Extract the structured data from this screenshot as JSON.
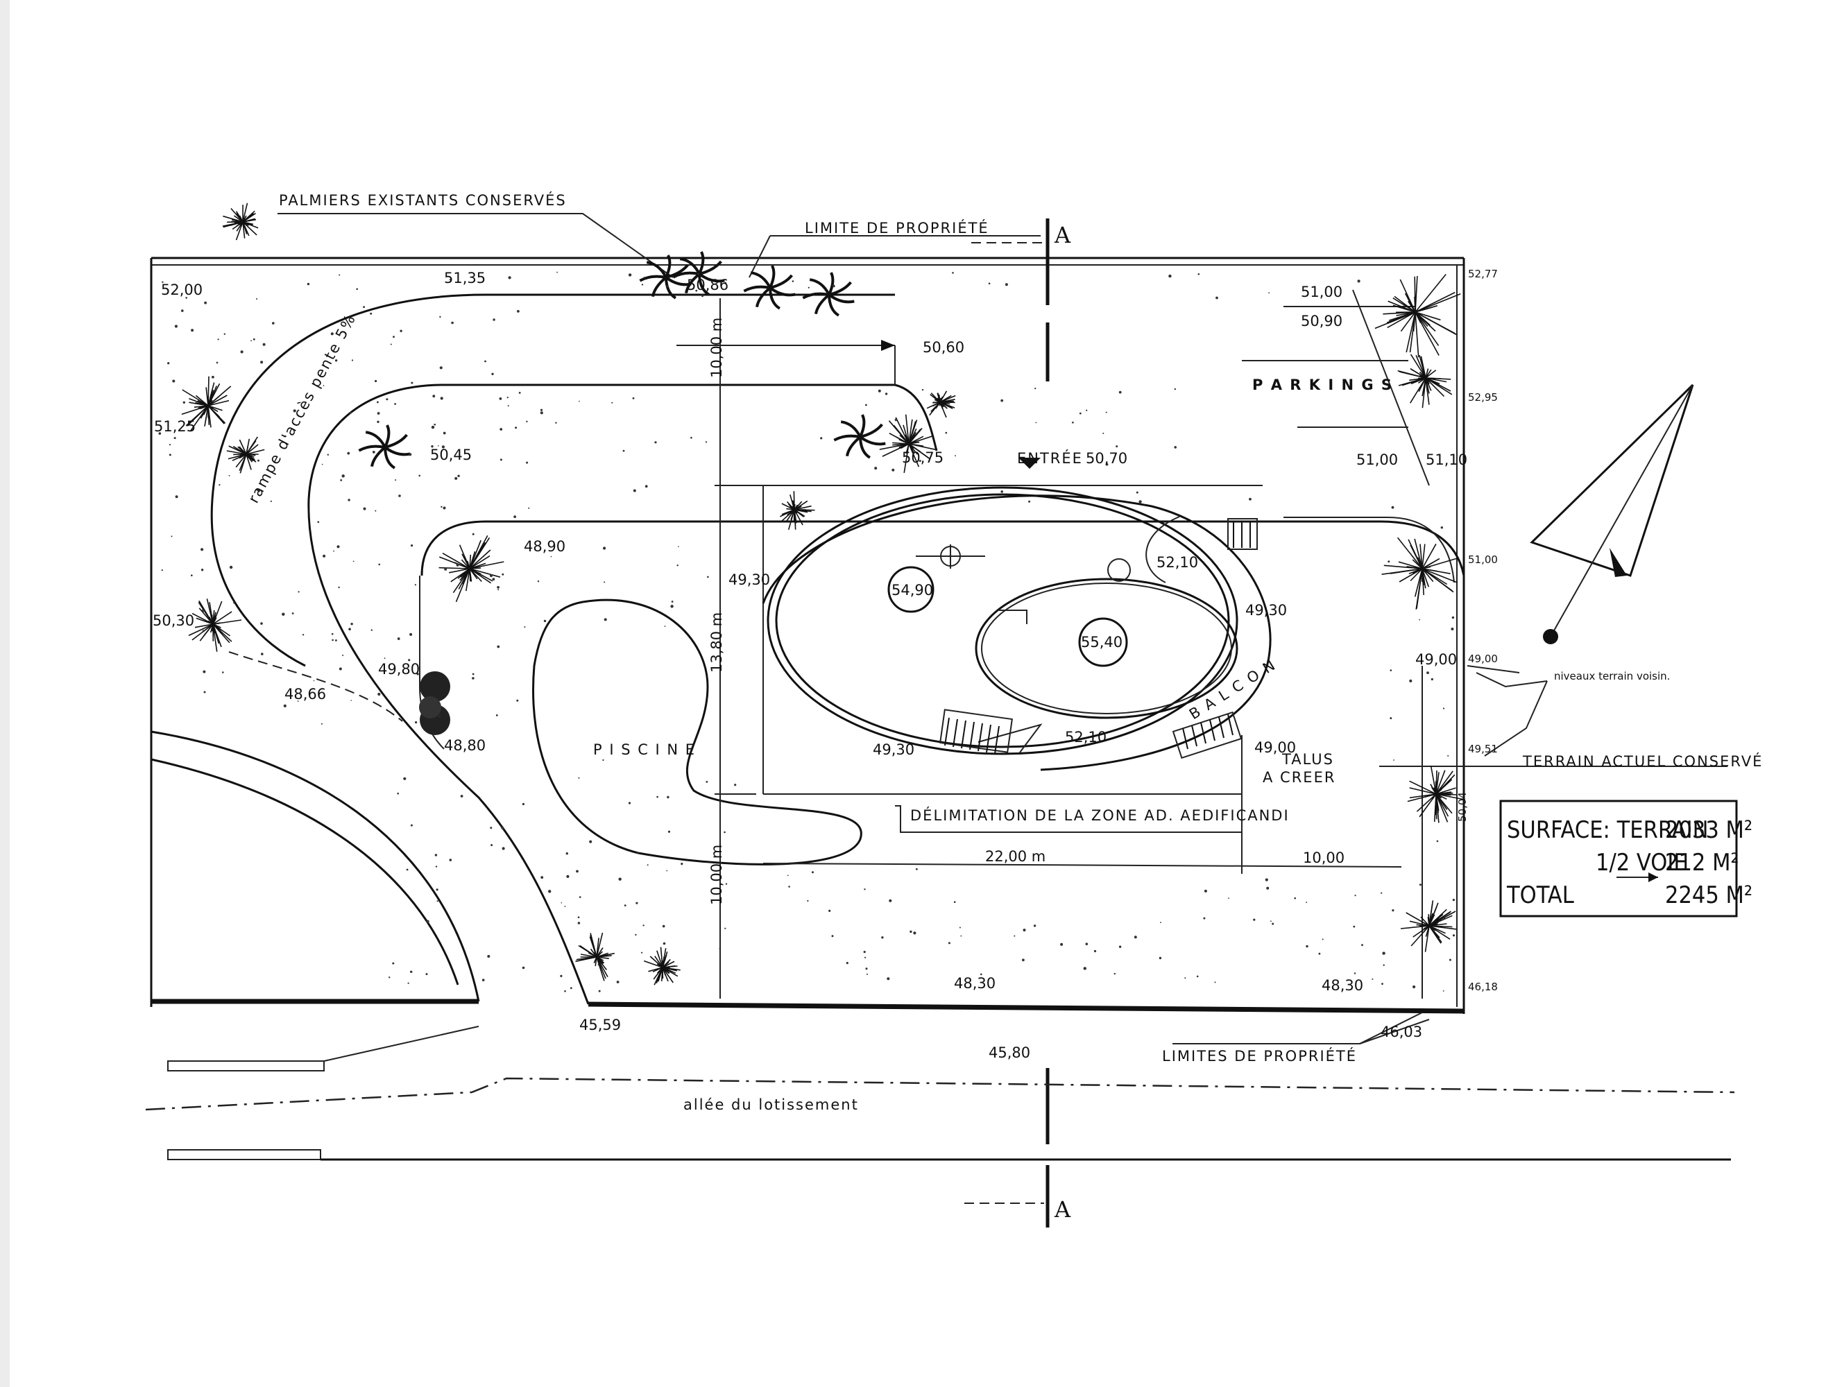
{
  "labels": {
    "palmiers": "PALMIERS  EXISTANTS  CONSERVÉS",
    "limite_propriete": "LIMITE  DE  PROPRIÉTÉ",
    "limites_propriete": "LIMITES  DE  PROPRIÉTÉ",
    "parkings": "P A R K I N G S",
    "entree": "ENTRÉE",
    "piscine": "P I S C I N E",
    "balcon": "B A L C O N",
    "talus_1": "TALUS",
    "talus_2": "A CREER",
    "delimitation": "DÉLIMITATION DE LA ZONE AD. AEDIFICANDI",
    "terrain_actuel": "TERRAIN  ACTUEL  CONSERVÉ",
    "niveaux_voisin": "niveaux terrain voisin.",
    "rampe": "rampe  d'accès   pente 5%",
    "allee": "allée          du          lotissement",
    "section": "A"
  },
  "levels": {
    "l5200": "52,00",
    "l5135": "51,35",
    "l5086": "50,86",
    "l5100a": "51,00",
    "l5090": "50,90",
    "l5060": "50,60",
    "l5125": "51,25",
    "l5045": "50,45",
    "l5075": "50,75",
    "l5070": "50,70",
    "l5100b": "51,00",
    "l5110": "51,10",
    "l4890": "48,90",
    "l4930a": "49,30",
    "l5490": "54,90",
    "l5210a": "52,10",
    "l4930b": "49,30",
    "l5540": "55,40",
    "l4900a": "49,00",
    "l5030": "50,30",
    "l4980": "49,80",
    "l4866": "48,66",
    "l4880": "48,80",
    "l4930c": "49,30",
    "l5210b": "52,10",
    "l4900b": "49,00",
    "l4830a": "48,30",
    "l4830b": "48,30",
    "l4559": "45,59",
    "l4603": "46,03",
    "l4580": "45,80"
  },
  "dimensions": {
    "d1000a": "10,00  m",
    "d1380": "13,80  m",
    "d1000b": "10,00  m",
    "d2200": "22,00  m",
    "d1000c": "10,00"
  },
  "surface": {
    "row1_label": "SURFACE:  TERRAIN",
    "row1_value": "2033 M²",
    "row2_label": "1/2  VOIE",
    "row2_value": "212  M²",
    "row3_label": "TOTAL",
    "row3_value": "2245  M²"
  },
  "edge_marks": {
    "e1": "52,77",
    "e2": "52,95",
    "e3": "51,00",
    "e4": "49,00",
    "e5": "49,51",
    "e6": "50,04",
    "e7": "46,18"
  }
}
